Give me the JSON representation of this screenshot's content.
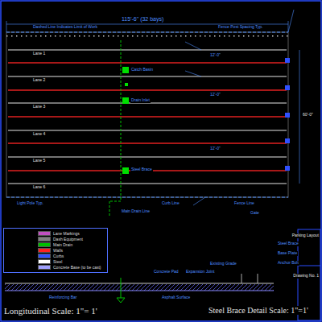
{
  "diagram": {
    "labels": [
      "115'-6\" (32 bays)",
      "Dashed Line Indicates Limit of Work",
      "Fence Post Spacing Typ.",
      "Lane 1",
      "Lane 2",
      "Lane 3",
      "Lane 4",
      "Lane 5",
      "Lane 6",
      "Catch Basin",
      "Drain Inlet",
      "Steel Brace",
      "12'-0\"",
      "12'-0\"",
      "12'-0\"",
      "60'-0\"",
      "Curb Line",
      "Main Drain Line",
      "Light Pole Typ.",
      "Fence Line",
      "Concrete Pad",
      "Expansion Joint",
      "Gate",
      "Existing Grade",
      "Reinforcing Bar",
      "Asphalt Surface",
      "Longitudinal Scale: 1\"= 1'",
      "Steel Brace Detail Scale: 1\"=1'",
      "Steel Brace",
      "Base Plate",
      "Anchor Bolt",
      "Drawing No. 1",
      "Parking Layout"
    ],
    "legend": [
      {
        "text": "Lane Markings",
        "color": "#c050c0"
      },
      {
        "text": "Dash Equipment",
        "color": "#808080"
      },
      {
        "text": "Main Drain",
        "color": "#00c000"
      },
      {
        "text": "Walls",
        "color": "#ff2020"
      },
      {
        "text": "Curbs",
        "color": "#3050ff"
      },
      {
        "text": "Steel",
        "color": "#ffffff"
      },
      {
        "text": "Concrete Base (to be cast)",
        "color": "#a0a0ff"
      }
    ]
  }
}
